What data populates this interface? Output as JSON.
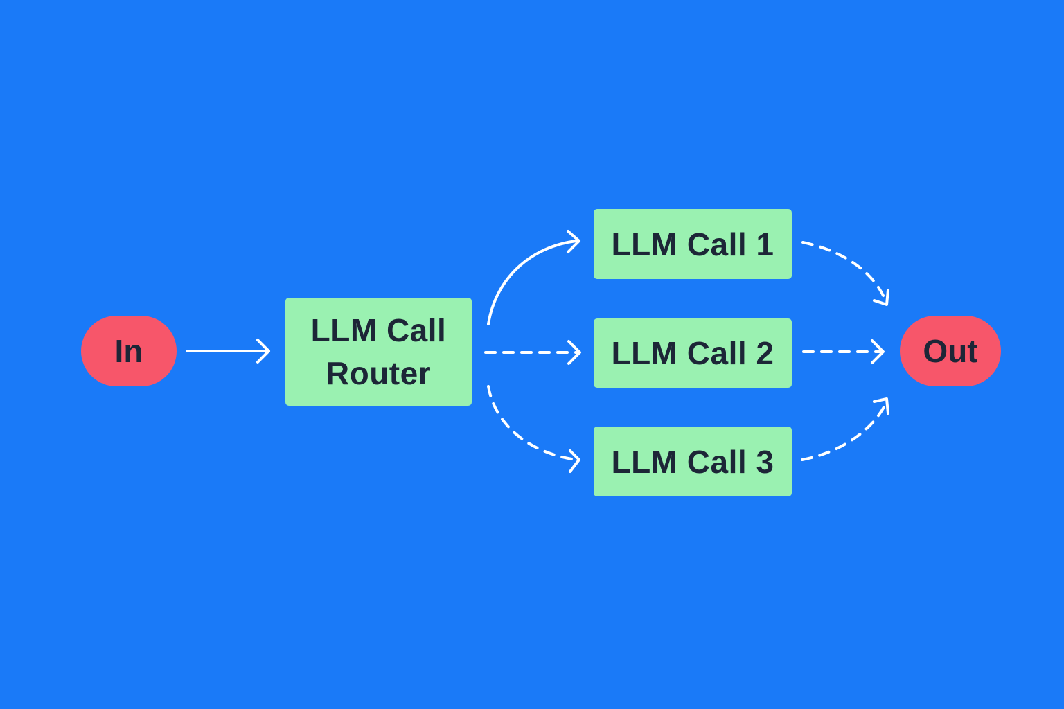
{
  "colors": {
    "background": "#1a7af8",
    "terminal_fill": "#f7566a",
    "box_fill": "#9af1b1",
    "text": "#1d2637",
    "arrow": "#ffffff"
  },
  "nodes": {
    "input": {
      "label": "In"
    },
    "router": {
      "line1": "LLM Call",
      "line2": "Router"
    },
    "call_1": {
      "label": "LLM Call 1"
    },
    "call_2": {
      "label": "LLM Call 2"
    },
    "call_3": {
      "label": "LLM Call 3"
    },
    "output": {
      "label": "Out"
    }
  },
  "edges": [
    {
      "from": "input",
      "to": "router",
      "style": "solid"
    },
    {
      "from": "router",
      "to": "call_1",
      "style": "solid"
    },
    {
      "from": "router",
      "to": "call_2",
      "style": "dashed"
    },
    {
      "from": "router",
      "to": "call_3",
      "style": "dashed"
    },
    {
      "from": "call_1",
      "to": "output",
      "style": "dashed"
    },
    {
      "from": "call_2",
      "to": "output",
      "style": "dashed"
    },
    {
      "from": "call_3",
      "to": "output",
      "style": "dashed"
    }
  ]
}
